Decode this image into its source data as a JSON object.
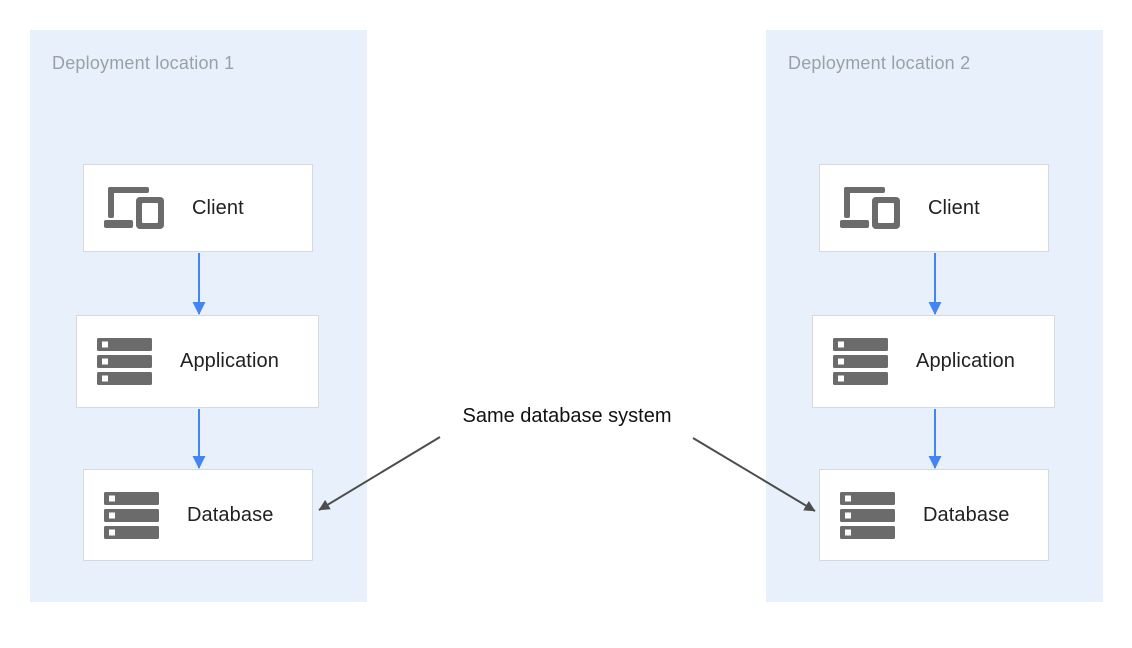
{
  "diagram": {
    "locations": [
      {
        "title": "Deployment location 1",
        "boxes": [
          {
            "label": "Client",
            "icon": "devices-icon"
          },
          {
            "label": "Application",
            "icon": "storage-icon"
          },
          {
            "label": "Database",
            "icon": "storage-icon"
          }
        ]
      },
      {
        "title": "Deployment location 2",
        "boxes": [
          {
            "label": "Client",
            "icon": "devices-icon"
          },
          {
            "label": "Application",
            "icon": "storage-icon"
          },
          {
            "label": "Database",
            "icon": "storage-icon"
          }
        ]
      }
    ],
    "annotation": {
      "text": "Same database system"
    },
    "flow": [
      "Client → Application",
      "Application → Database"
    ],
    "colors": {
      "location_background": "#e8f1fb",
      "flow_arrow_blue": "#4285f4",
      "annotation_arrow_gray": "#4d4d4d",
      "node_border": "#d7d9dc",
      "icon_gray": "#6b6b6b",
      "title_gray": "#9aa0a6",
      "label_text": "#212121"
    }
  }
}
